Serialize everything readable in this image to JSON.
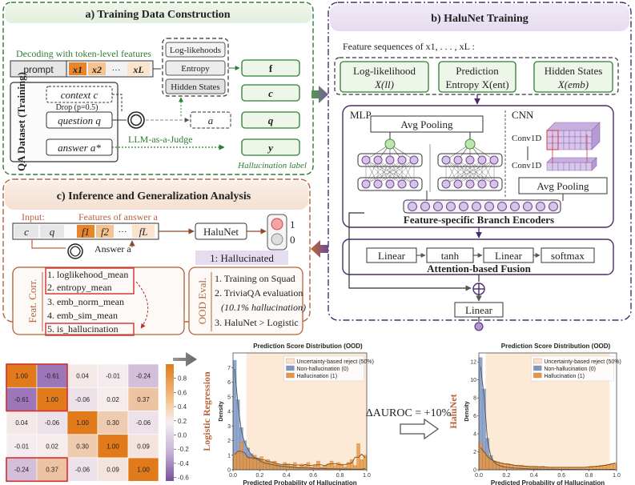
{
  "colors": {
    "green": "#2e7d32",
    "purple": "#4a2a6e",
    "brown": "#b5643a",
    "orange": "#e8842a",
    "red": "#d32f2f",
    "blue": "#5b7fb5",
    "hist_orange": "#e8953f",
    "heat_pos": "#e88a2a",
    "heat_neg": "#7a4e9a"
  },
  "panel_a": {
    "title": "a) Training Data Construction",
    "decoding_label": "Decoding with token-level features",
    "prompt": "prompt",
    "tokens": [
      "x1",
      "x2",
      "···",
      "xL"
    ],
    "features": [
      "Log-likehoods",
      "Entropy",
      "Hidden States"
    ],
    "outputs": [
      "f",
      "c",
      "q",
      "a",
      "y"
    ],
    "dataset_label": "QA Dataset (Training)",
    "context": "context c",
    "drop": "Drop (p=0.5)",
    "question": "question q",
    "answer": "answer a*",
    "judge": "LLM-as-a-Judge",
    "halluc_label": "Hallucination label"
  },
  "panel_b": {
    "title": "b) HaluNet Training",
    "feature_seq": "Feature sequences of x1, . . . , xL :",
    "feat1": [
      "Log-likelihood",
      "X(ll)"
    ],
    "feat2": [
      "Prediction",
      "Entropy X(ent)"
    ],
    "feat3": [
      "Hidden States",
      "X(emb)"
    ],
    "mlp": "MLP",
    "cnn": "CNN",
    "avg_pool": "Avg Pooling",
    "conv1": "Conv1D",
    "conv2": "Conv1D",
    "branch_label": "Feature-specific Branch Encoders",
    "fusion": [
      "Linear",
      "tanh",
      "Linear",
      "softmax"
    ],
    "fusion_label": "Attention-based Fusion",
    "final_linear": "Linear"
  },
  "panel_c": {
    "title": "c) Inference and Generalization Analysis",
    "input_label": "Input:",
    "features_label": "Features of answer a",
    "inputs": [
      "c",
      "q"
    ],
    "feat_tokens": [
      "f1",
      "f2",
      "···",
      "fL"
    ],
    "answer_label": "Answer a",
    "halunet": "HaluNet",
    "out1": "1",
    "out0": "0",
    "halluc_out": "1: Hallucinated",
    "feat_corr": "Feat. Corr.",
    "corr_items": [
      "1. loglikehood_mean",
      "2. entropy_mean",
      "3. emb_norm_mean",
      "4. emb_sim_mean",
      "5. is_hallucination"
    ],
    "ood_label": "OOD Eval.",
    "ood_items": [
      "1. Training on Squad",
      "2. TriviaQA evaluation",
      "(10.1% hallucination)",
      "3. HaluNet > Logistic"
    ]
  },
  "heatmap": {
    "values": [
      [
        1.0,
        -0.61,
        0.04,
        -0.01,
        -0.24
      ],
      [
        -0.61,
        1.0,
        -0.06,
        0.02,
        0.37
      ],
      [
        0.04,
        -0.06,
        1.0,
        0.3,
        -0.06
      ],
      [
        -0.01,
        0.02,
        0.3,
        1.0,
        0.09
      ],
      [
        -0.24,
        0.37,
        -0.06,
        0.09,
        1.0
      ]
    ],
    "labels": [
      [
        "1.00",
        "-0.61",
        "0.04",
        "-0.01",
        "-0.24"
      ],
      [
        "-0.61",
        "1.00",
        "-0.06",
        "0.02",
        "0.37"
      ],
      [
        "0.04",
        "-0.06",
        "1.00",
        "0.30",
        "-0.06"
      ],
      [
        "-0.01",
        "0.02",
        "0.30",
        "1.00",
        "0.09"
      ],
      [
        "-0.24",
        "0.37",
        "-0.06",
        "0.09",
        "1.00"
      ]
    ],
    "colorbar_ticks": [
      "0.8",
      "0.6",
      "0.4",
      "0.2",
      "0.0",
      "-0.2",
      "-0.4",
      "-0.6"
    ]
  },
  "chart_data": [
    {
      "type": "bar",
      "title": "Prediction Score Distribution (OOD)",
      "side_label": "Logistic Regression",
      "xlabel": "Predicted Probability of Hallucination",
      "ylabel": "Density",
      "xlim": [
        0,
        1
      ],
      "ylim": [
        0,
        8
      ],
      "xticks": [
        "0.0",
        "0.2",
        "0.4",
        "0.6",
        "0.8",
        "1.0"
      ],
      "yticks": [
        "0",
        "1",
        "2",
        "3",
        "4",
        "5",
        "6",
        "7"
      ],
      "legend": [
        "Uncertainty-based reject (50%)",
        "Non-hallucination (0)",
        "Hallucination (1)"
      ],
      "reject_range": [
        0.1,
        1.0
      ],
      "bin_edges_start": 0.0,
      "bin_width": 0.025,
      "series": [
        {
          "name": "Non-hallucination (0)",
          "values": [
            7.5,
            4.8,
            2.9,
            2.0,
            1.5,
            1.1,
            0.9,
            0.75,
            0.6,
            0.5,
            0.45,
            0.4,
            0.35,
            0.3,
            0.28,
            0.25,
            0.22,
            0.2,
            0.18,
            0.16,
            0.15,
            0.14,
            0.13,
            0.12,
            0.11,
            0.1,
            0.1,
            0.09,
            0.08,
            0.08,
            0.07,
            0.07,
            0.06,
            0.06,
            0.06,
            0.05,
            0.05,
            0.05,
            0.05,
            0.1
          ]
        },
        {
          "name": "Hallucination (1)",
          "values": [
            1.1,
            1.2,
            1.9,
            1.0,
            0.9,
            0.8,
            1.0,
            0.7,
            0.9,
            0.6,
            0.7,
            0.5,
            0.6,
            0.4,
            0.3,
            0.5,
            0.4,
            0.3,
            0.5,
            0.2,
            0.4,
            0.3,
            0.5,
            0.2,
            0.3,
            0.6,
            0.2,
            0.3,
            0.4,
            0.6,
            0.3,
            0.5,
            0.4,
            0.2,
            0.5,
            0.7,
            0.3,
            1.8,
            0.7,
            1.0
          ]
        }
      ]
    },
    {
      "type": "bar",
      "title": "Prediction Score Distribution (OOD)",
      "side_label": "HaluNet",
      "xlabel": "Predicted Probability of Hallucination",
      "ylabel": "Density",
      "xlim": [
        0,
        1
      ],
      "ylim": [
        0,
        13
      ],
      "xticks": [
        "0.0",
        "0.2",
        "0.4",
        "0.6",
        "0.8",
        "1.0"
      ],
      "yticks": [
        "0",
        "2",
        "4",
        "6",
        "8",
        "10",
        "12"
      ],
      "legend": [
        "Uncertainty-based reject (50%)",
        "Non-hallucination (0)",
        "Hallucination (1)"
      ],
      "reject_range": [
        0.05,
        0.95
      ],
      "bin_edges_start": 0.0,
      "bin_width": 0.025,
      "series": [
        {
          "name": "Non-hallucination (0)",
          "values": [
            12.5,
            9.0,
            3.5,
            1.6,
            0.9,
            0.6,
            0.45,
            0.35,
            0.3,
            0.25,
            0.2,
            0.18,
            0.16,
            0.14,
            0.12,
            0.11,
            0.1,
            0.09,
            0.08,
            0.08,
            0.07,
            0.07,
            0.06,
            0.06,
            0.05,
            0.05,
            0.05,
            0.05,
            0.04,
            0.04,
            0.04,
            0.04,
            0.04,
            0.04,
            0.04,
            0.04,
            0.04,
            0.04,
            0.05,
            0.05
          ]
        },
        {
          "name": "Hallucination (1)",
          "values": [
            3.0,
            2.0,
            1.6,
            1.2,
            1.0,
            0.9,
            0.8,
            0.7,
            0.7,
            0.6,
            0.5,
            0.5,
            0.5,
            0.4,
            0.4,
            0.4,
            0.4,
            0.3,
            0.4,
            0.3,
            0.3,
            0.3,
            0.3,
            0.3,
            0.3,
            0.3,
            0.3,
            0.3,
            0.3,
            0.3,
            0.3,
            0.3,
            0.4,
            0.4,
            0.4,
            0.5,
            0.5,
            0.6,
            0.7,
            0.8
          ]
        }
      ]
    }
  ],
  "delta": {
    "text": "ΔAUROC = +10%"
  }
}
